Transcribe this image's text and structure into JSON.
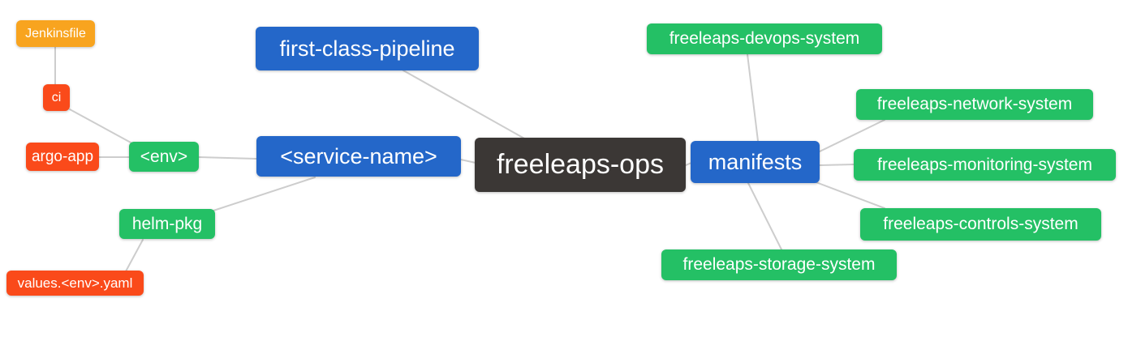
{
  "diagram": {
    "type": "mindmap",
    "root_label": "freeleaps-ops",
    "colors": {
      "blue": "#2467c9",
      "green": "#24c065",
      "orange": "#f8a41f",
      "red_orange": "#fa4a1a",
      "dark": "#3b3735",
      "edge": "#cdcdcd",
      "text": "#ffffff",
      "background": "#ffffff"
    },
    "nodes": [
      {
        "id": "jenkinsfile",
        "label": "Jenkinsfile",
        "color": "orange"
      },
      {
        "id": "ci",
        "label": "ci",
        "color": "red_orange"
      },
      {
        "id": "argo-app",
        "label": "argo-app",
        "color": "red_orange"
      },
      {
        "id": "env",
        "label": "<env>",
        "color": "green"
      },
      {
        "id": "helm-pkg",
        "label": "helm-pkg",
        "color": "green"
      },
      {
        "id": "values-env-yaml",
        "label": "values.<env>.yaml",
        "color": "red_orange"
      },
      {
        "id": "service-name",
        "label": "<service-name>",
        "color": "blue"
      },
      {
        "id": "first-class-pipeline",
        "label": "first-class-pipeline",
        "color": "blue"
      },
      {
        "id": "freeleaps-ops",
        "label": "freeleaps-ops",
        "color": "dark"
      },
      {
        "id": "manifests",
        "label": "manifests",
        "color": "blue"
      },
      {
        "id": "freeleaps-devops-system",
        "label": "freeleaps-devops-system",
        "color": "green"
      },
      {
        "id": "freeleaps-network-system",
        "label": "freeleaps-network-system",
        "color": "green"
      },
      {
        "id": "freeleaps-monitoring-system",
        "label": "freeleaps-monitoring-system",
        "color": "green"
      },
      {
        "id": "freeleaps-controls-system",
        "label": "freeleaps-controls-system",
        "color": "green"
      },
      {
        "id": "freeleaps-storage-system",
        "label": "freeleaps-storage-system",
        "color": "green"
      }
    ],
    "edges": [
      [
        "ci",
        "jenkinsfile"
      ],
      [
        "env",
        "ci"
      ],
      [
        "env",
        "argo-app"
      ],
      [
        "service-name",
        "env"
      ],
      [
        "service-name",
        "helm-pkg"
      ],
      [
        "helm-pkg",
        "values-env-yaml"
      ],
      [
        "freeleaps-ops",
        "service-name"
      ],
      [
        "freeleaps-ops",
        "first-class-pipeline"
      ],
      [
        "freeleaps-ops",
        "manifests"
      ],
      [
        "manifests",
        "freeleaps-devops-system"
      ],
      [
        "manifests",
        "freeleaps-network-system"
      ],
      [
        "manifests",
        "freeleaps-monitoring-system"
      ],
      [
        "manifests",
        "freeleaps-controls-system"
      ],
      [
        "manifests",
        "freeleaps-storage-system"
      ]
    ]
  }
}
